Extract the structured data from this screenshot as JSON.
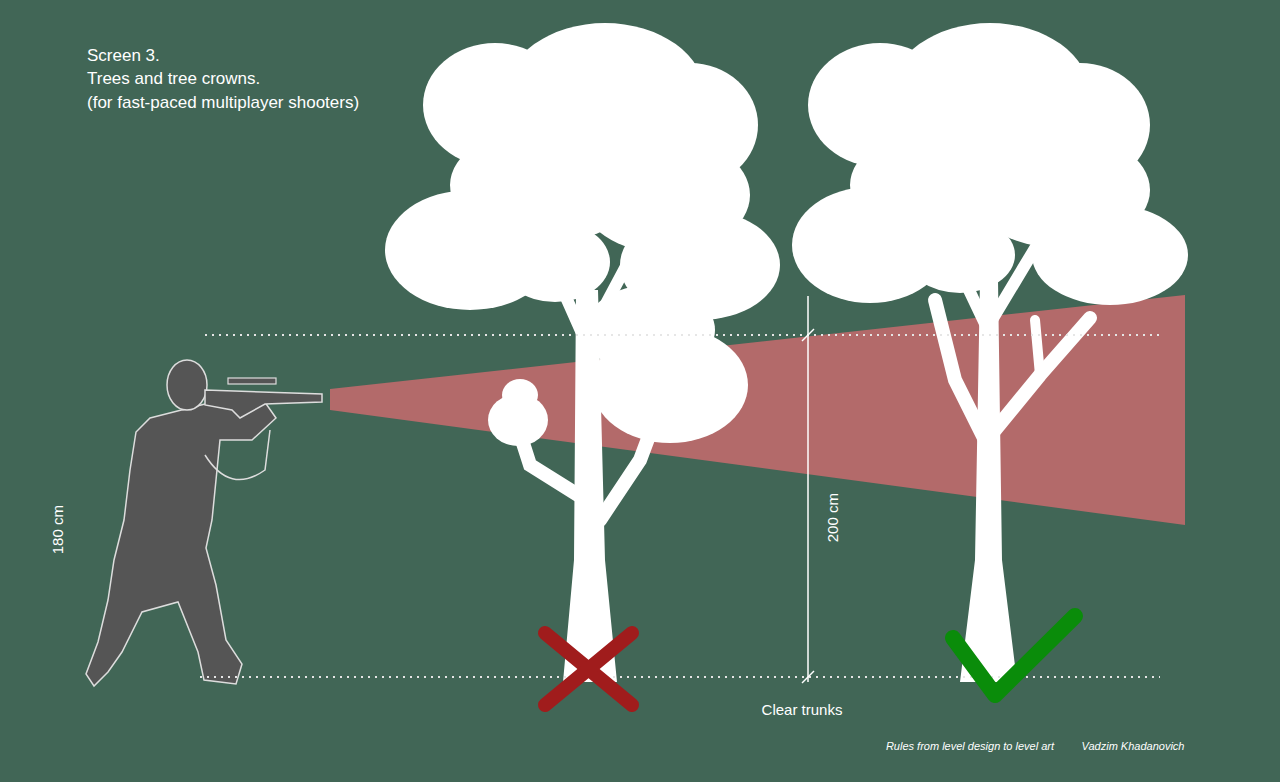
{
  "diagram": {
    "title": "Screen 3.",
    "labels": [
      "Trees and tree crowns.",
      "(for fast-paced multiplayer shooters)",
      "180 cm",
      "200 cm",
      "Clear trunks",
      "Rules from level design to level art",
      "Vadzim Khadanovich"
    ]
  }
}
